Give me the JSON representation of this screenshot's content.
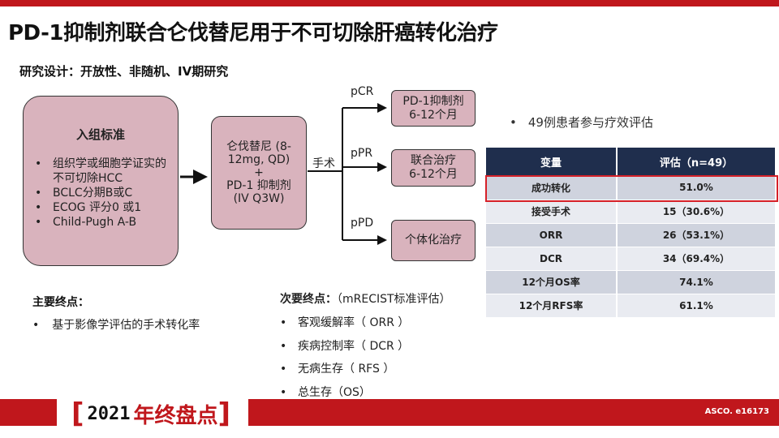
{
  "slide": {
    "title": "PD-1抑制剂联合仑伐替尼用于不可切除肝癌转化治疗",
    "subtitle": "研究设计：开放性、非随机、IV期研究"
  },
  "inclusion": {
    "title": "入组标准",
    "items": [
      "组织学或细胞学证实的不可切除HCC",
      "BCLC分期B或C",
      "ECOG 评分0 或1",
      "Child-Pugh A-B"
    ]
  },
  "treatment": {
    "line1": "仑伐替尼 (8-",
    "line2": "12mg, QD)",
    "line3": "+",
    "line4": "PD-1 抑制剂",
    "line5": "(IV Q3W)"
  },
  "flow": {
    "surgery_label": "手术",
    "branches": [
      {
        "label": "pCR",
        "box_line1": "PD-1抑制剂",
        "box_line2": "6-12个月"
      },
      {
        "label": "pPR",
        "box_line1": "联合治疗",
        "box_line2": "6-12个月"
      },
      {
        "label": "pPD",
        "box_line1": "个体化治疗",
        "box_line2": ""
      }
    ]
  },
  "side_note": "49例患者参与疗效评估",
  "results_table": {
    "headers": [
      "变量",
      "评估（n=49）"
    ],
    "rows": [
      {
        "variable": "成功转化",
        "value": "51.0%",
        "highlighted": true
      },
      {
        "variable": "接受手术",
        "value": "15（30.6%）"
      },
      {
        "variable": "ORR",
        "value": "26（53.1%）"
      },
      {
        "variable": "DCR",
        "value": "34（69.4%）"
      },
      {
        "variable": "12个月OS率",
        "value": "74.1%"
      },
      {
        "variable": "12个月RFS率",
        "value": "61.1%"
      }
    ]
  },
  "primary_endpoint": {
    "title": "主要终点：",
    "item": "基于影像学评估的手术转化率"
  },
  "secondary_endpoint": {
    "title": "次要终点：",
    "note": "（mRECIST标准评估）",
    "items": [
      "客观缓解率（ ORR ）",
      "疾病控制率（ DCR ）",
      "无病生存（ RFS ）",
      "总生存（OS）"
    ]
  },
  "footer": {
    "logo_year": "2021",
    "logo_word": "年终盘点",
    "citation": "ASCO. e16173"
  },
  "colors": {
    "brand_red": "#c0171c",
    "box_fill": "#d9b3bd",
    "table_header": "#1f2e4d",
    "highlight_border": "#d62028"
  }
}
